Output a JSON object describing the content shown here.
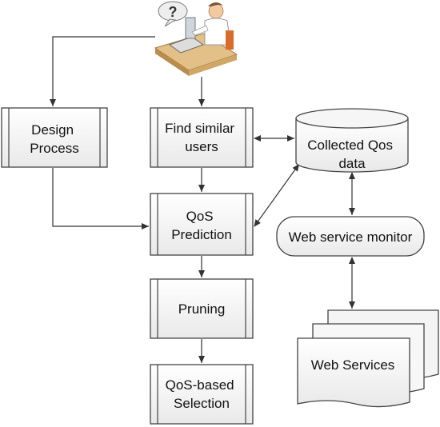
{
  "diagram": {
    "nodes": {
      "design_process": {
        "lines": [
          "Design",
          "Process"
        ]
      },
      "find_similar_users": {
        "lines": [
          "Find similar",
          "users"
        ]
      },
      "qos_prediction": {
        "lines": [
          "QoS",
          "Prediction"
        ]
      },
      "pruning": {
        "lines": [
          "Pruning"
        ]
      },
      "qos_based_selection": {
        "lines": [
          "QoS-based",
          "Selection"
        ]
      },
      "collected_qos_data": {
        "lines": [
          "Collected Qos",
          "data"
        ]
      },
      "web_service_monitor": {
        "lines": [
          "Web service monitor"
        ]
      },
      "web_services": {
        "lines": [
          "Web Services"
        ]
      }
    },
    "icons": {
      "user": "user-at-desk-with-question-icon",
      "question_mark": "?"
    }
  }
}
